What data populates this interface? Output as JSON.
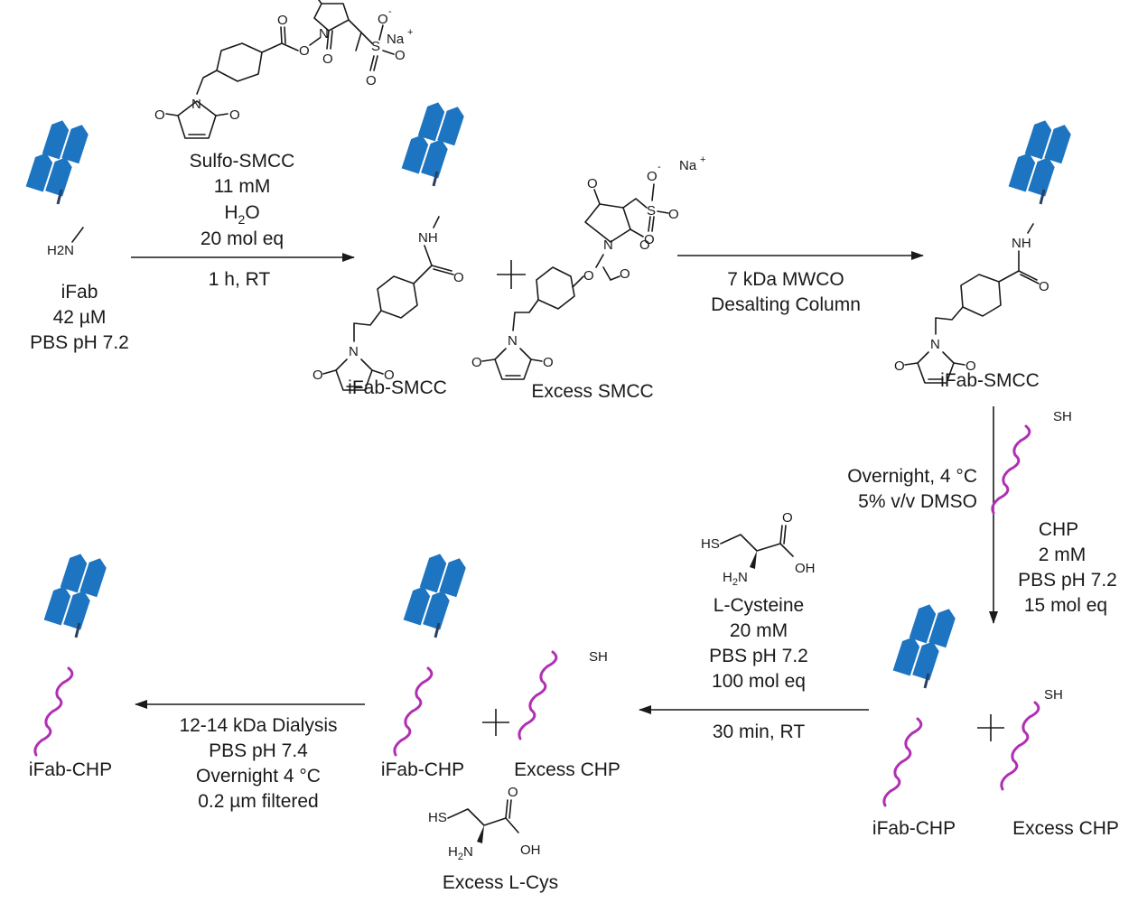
{
  "colors": {
    "fab": "#1d74c0",
    "peptide": "#b02fb2",
    "ink": "#1a1a1a"
  },
  "step1": {
    "reagent_name": "Sulfo-SMCC",
    "reagent_conc": "11 mM",
    "solvent_main": "H",
    "solvent_sub": "2",
    "solvent_tail": "O",
    "equiv": "20 mol eq",
    "condition": "1 h, RT"
  },
  "start": {
    "name": "iFab",
    "conc": "42 µM",
    "buffer": "PBS pH 7.2",
    "amine": "H2N"
  },
  "products1": {
    "conjugate": "iFab-SMCC",
    "excess": "Excess SMCC"
  },
  "step2": {
    "line1": "7 kDa MWCO",
    "line2": "Desalting Column"
  },
  "purified": {
    "name": "iFab-SMCC"
  },
  "step3": {
    "cond1": "Overnight, 4 °C",
    "cond2": "5% v/v DMSO",
    "reagent": "CHP",
    "conc": "2 mM",
    "buffer": "PBS pH 7.2",
    "equiv": "15 mol eq"
  },
  "products3": {
    "conjugate": "iFab-CHP",
    "excess": "Excess CHP"
  },
  "step4": {
    "reagent": "L-Cysteine",
    "conc": "20 mM",
    "buffer": "PBS pH 7.2",
    "equiv": "100 mol eq",
    "condition": "30 min, RT"
  },
  "products4": {
    "conjugate": "iFab-CHP",
    "excess": "Excess CHP",
    "excess_cys": "Excess L-Cys"
  },
  "step5": {
    "line1": "12-14 kDa Dialysis",
    "line2": "PBS pH 7.4",
    "line3": "Overnight 4 °C",
    "line4": "0.2 µm filtered"
  },
  "final": {
    "name": "iFab-CHP"
  },
  "atoms": {
    "O": "O",
    "N": "N",
    "S": "S",
    "H": "H",
    "NH": "NH",
    "SH": "SH",
    "HS": "HS",
    "OH": "OH",
    "Na": "Na",
    "plus_charge": "+",
    "minus_charge": "-",
    "H2N": "H2N",
    "H2N_main": "H",
    "H2N_sub": "2",
    "H2N_tail": "N"
  }
}
